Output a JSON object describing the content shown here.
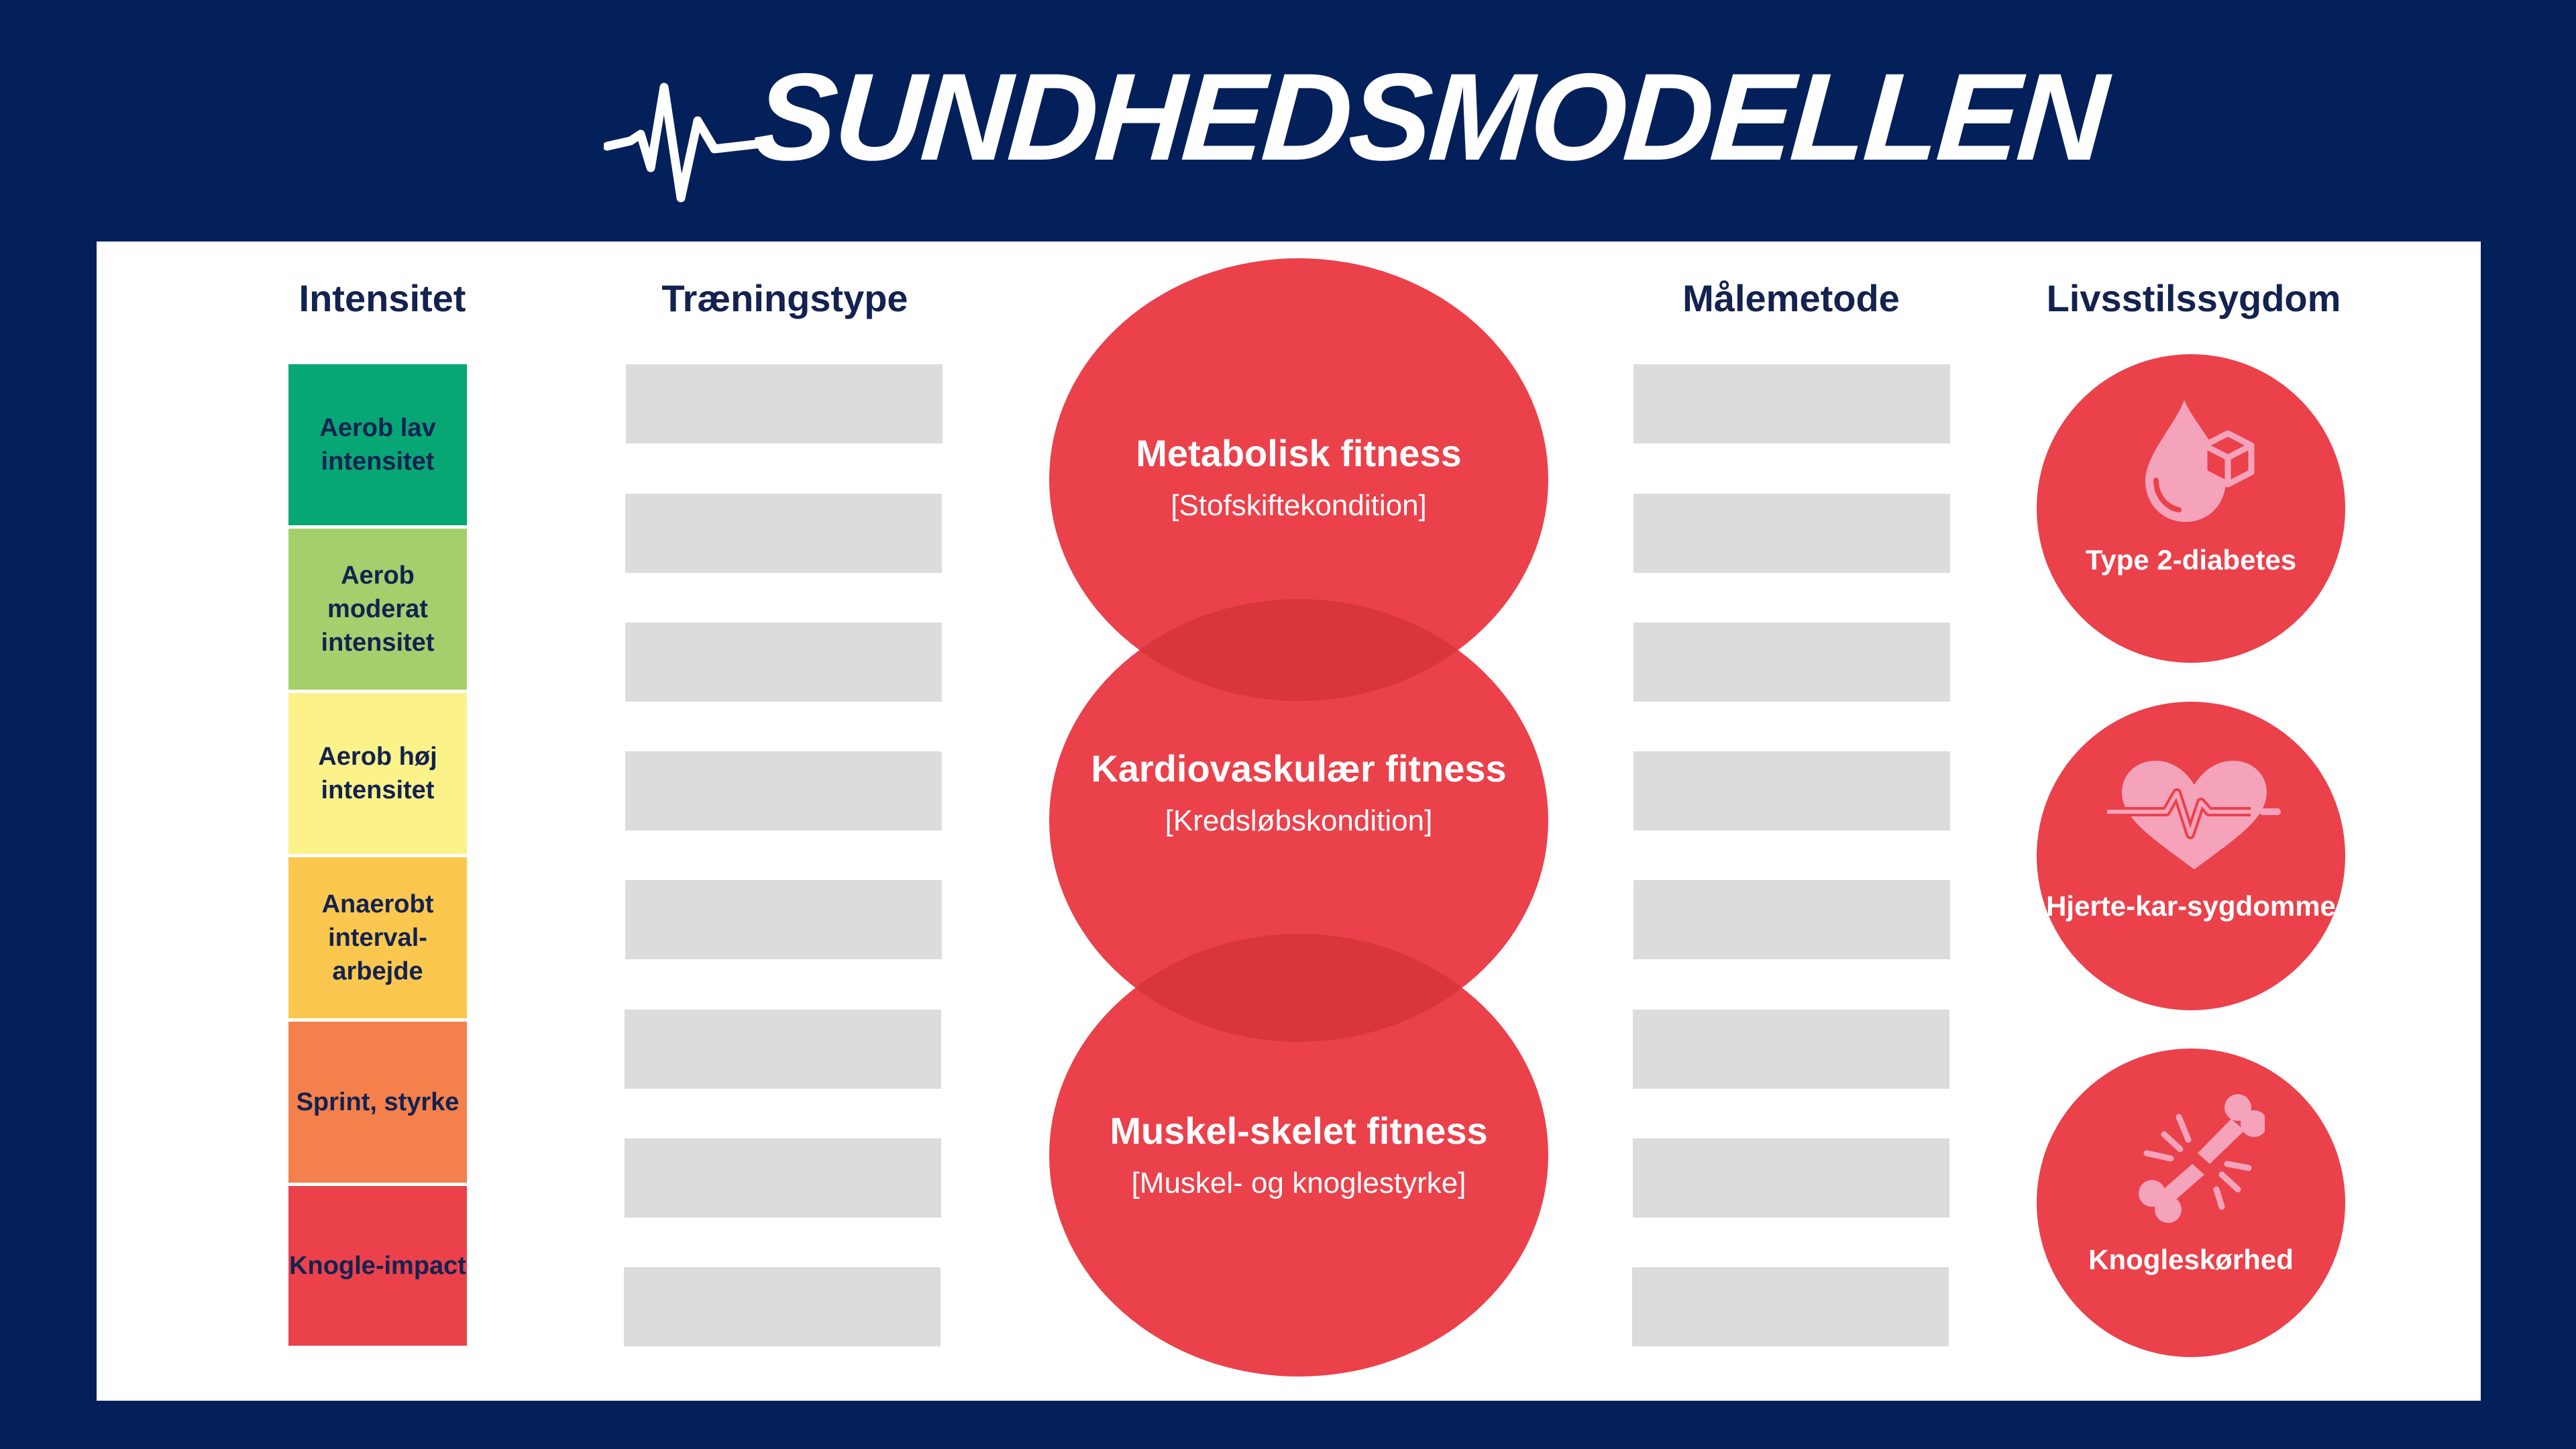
{
  "title": "SUNDHEDSMODELLEN",
  "colors": {
    "background": "#03205a",
    "panel": "#ffffff",
    "accent_red": "#ea414b",
    "overlap_red": "#d8363a",
    "icon_pink": "#f5a3bb",
    "placeholder": "#dcdcdc",
    "heading_text": "#13224f"
  },
  "columns": {
    "intensity": "Intensitet",
    "training_type": "Træningstype",
    "measurement": "Målemetode",
    "lifestyle_disease": "Livsstilssygdom"
  },
  "intensity_levels": [
    {
      "label": "Aerob lav intensitet",
      "color": "#06a675"
    },
    {
      "label": "Aerob moderat intensitet",
      "color": "#a3cf6d"
    },
    {
      "label": "Aerob høj intensitet",
      "color": "#fbf28a"
    },
    {
      "label": "Anaerobt interval-arbejde",
      "color": "#fbc74e"
    },
    {
      "label": "Sprint, styrke",
      "color": "#f4804c"
    },
    {
      "label": "Knogle-impact",
      "color": "#ea414b"
    }
  ],
  "fitness_types": [
    {
      "title": "Metabolisk fitness",
      "subtitle": "[Stofskiftekondition]"
    },
    {
      "title": "Kardiovaskulær fitness",
      "subtitle": "[Kredsløbskondition]"
    },
    {
      "title": "Muskel-skelet fitness",
      "subtitle": "[Muskel- og knoglestyrke]"
    }
  ],
  "diseases": [
    {
      "label": "Type 2-diabetes",
      "icon": "blood-drop-sugar-cube-icon"
    },
    {
      "label": "Hjerte-kar-sygdomme",
      "icon": "heart-pulse-icon"
    },
    {
      "label": "Knogleskørhed",
      "icon": "broken-bone-icon"
    }
  ],
  "icons": {
    "logo": "heartbeat-pulse-icon"
  }
}
